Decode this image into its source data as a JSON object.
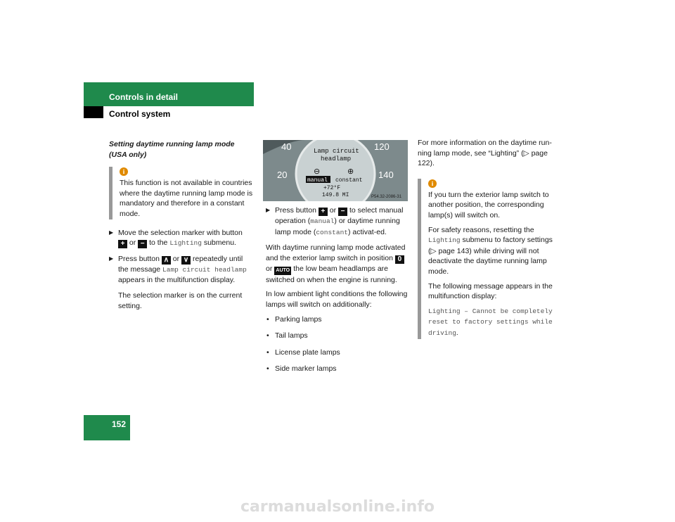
{
  "header": {
    "section": "Controls in detail",
    "subsection": "Control system"
  },
  "page_number": "152",
  "col1": {
    "heading_line1": "Setting daytime running lamp mode",
    "heading_line2": "(USA only)",
    "info_text": "This function is not available in countries where the daytime running lamp mode is mandatory and therefore in a constant mode.",
    "step1": {
      "a": "Move the selection marker with button",
      "b": "or",
      "c": "to the",
      "mono": "Lighting",
      "d": "submenu."
    },
    "step2": {
      "a": "Press button",
      "b": "or",
      "c": "repeatedly until the message",
      "mono": "Lamp circuit headlamp",
      "d": "appears in the multifunction display."
    },
    "note": "The selection marker is on the current setting."
  },
  "display": {
    "speed_40": "40",
    "speed_20": "20",
    "speed_120": "120",
    "speed_140": "140",
    "line1": "Lamp circuit",
    "line2": "headlamp",
    "minus": "⊖",
    "plus": "⊕",
    "manual": "manual",
    "constant": "constant",
    "temp": "+72°F",
    "odo": "149.8 MI",
    "code": "P54.32-2086-31"
  },
  "col2": {
    "step": {
      "a": "Press button",
      "b": "or",
      "c": "to select manual operation (",
      "mono1": "manual",
      "d": ") or daytime running lamp mode (",
      "mono2": "constant",
      "e": ") activat-ed."
    },
    "para1": {
      "a": "With daytime running lamp mode activated and the exterior lamp switch in position",
      "b": "or",
      "c": "the low beam headlamps are switched on when the engine is running."
    },
    "para2": "In low ambient light conditions the following lamps will switch on additionally:",
    "bullets": [
      "Parking lamps",
      "Tail lamps",
      "License plate lamps",
      "Side marker lamps"
    ],
    "key0": "0",
    "keyauto": "AUTO"
  },
  "col3": {
    "intro": "For more information on the daytime run-ning lamp mode, see “Lighting” (▷ page 122).",
    "info_p1": "If you turn the exterior lamp switch to another position, the corresponding lamp(s) will switch on.",
    "info_p2": {
      "a": "For safety reasons, resetting the",
      "mono": "Lighting",
      "b": "submenu to factory settings (▷ page 143) while driving will not deactivate the daytime running lamp mode."
    },
    "info_p3": "The following message appears in the multifunction display:",
    "info_msg": "Lighting – Cannot be completely reset to factory settings while driving",
    "info_msg_end": "."
  },
  "watermark": "carmanualsonline.info",
  "colors": {
    "green": "#1f8a4c",
    "info_icon": "#e08a00"
  }
}
